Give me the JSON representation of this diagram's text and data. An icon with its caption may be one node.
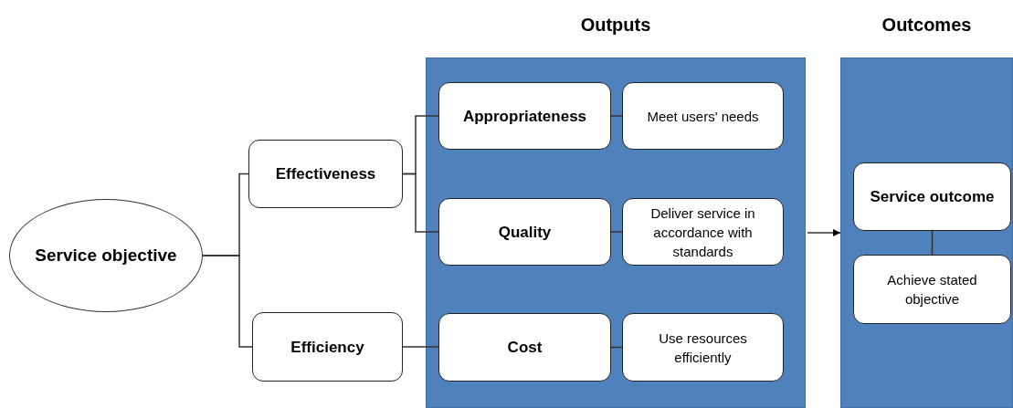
{
  "diagram": {
    "nodes": [
      {
        "text": [
          "Service objective"
        ]
      },
      {
        "text": [
          "Effectiveness"
        ]
      },
      {
        "text": [
          "Efficiency"
        ]
      },
      {
        "text": [
          "Outputs"
        ]
      },
      {
        "text": [
          "Appropriateness"
        ],
        "in": 3
      },
      {
        "text": [
          "Meet users' needs"
        ],
        "in": 3
      },
      {
        "text": [
          "Quality"
        ],
        "in": 3
      },
      {
        "text": [
          "Deliver service in accordance with standards"
        ],
        "in": 3
      },
      {
        "text": [
          "Cost"
        ],
        "in": 3
      },
      {
        "text": [
          "Use resources efficiently"
        ],
        "in": 3
      },
      {
        "text": [
          "Outcomes"
        ]
      },
      {
        "text": [
          "Service outcome"
        ],
        "in": 10
      },
      {
        "text": [
          "Achieve stated objective"
        ],
        "in": 10
      }
    ],
    "edges": [
      {
        "from": 0,
        "to": 1,
        "arrow": "none"
      },
      {
        "from": 0,
        "to": 2,
        "arrow": "none"
      },
      {
        "from": 1,
        "to": 4,
        "arrow": "none"
      },
      {
        "from": 1,
        "to": 6,
        "arrow": "none"
      },
      {
        "from": 2,
        "to": 8,
        "arrow": "none"
      },
      {
        "from": 4,
        "to": 5,
        "arrow": "none"
      },
      {
        "from": 6,
        "to": 7,
        "arrow": "none"
      },
      {
        "from": 8,
        "to": 9,
        "arrow": "none"
      },
      {
        "from": 3,
        "to": 10,
        "arrow": "to"
      },
      {
        "from": 11,
        "to": 12,
        "arrow": "none"
      }
    ]
  }
}
